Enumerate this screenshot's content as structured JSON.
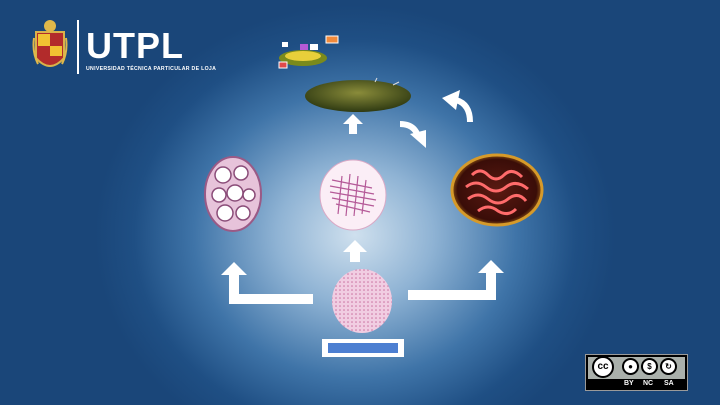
{
  "logo": {
    "name": "UTPL",
    "subtitle": "UNIVERSIDAD TÉCNICA PARTICULAR DE LOJA"
  },
  "diagram": {
    "nodes": [
      {
        "id": "leaf",
        "icon": "leaf-icon"
      },
      {
        "id": "adipose-tissue",
        "icon": "adipose-cell-icon"
      },
      {
        "id": "muscle-cell",
        "icon": "striated-cell-icon"
      },
      {
        "id": "mitochondrion",
        "icon": "mitochondrion-icon"
      },
      {
        "id": "base-cell",
        "icon": "granular-cell-icon"
      }
    ],
    "label_bar_color": "#4d7fd1"
  },
  "license": {
    "cc": "cc",
    "labels": [
      "BY",
      "NC",
      "SA"
    ]
  },
  "colors": {
    "background": "#1f4f84",
    "arrow": "#ffffff"
  }
}
